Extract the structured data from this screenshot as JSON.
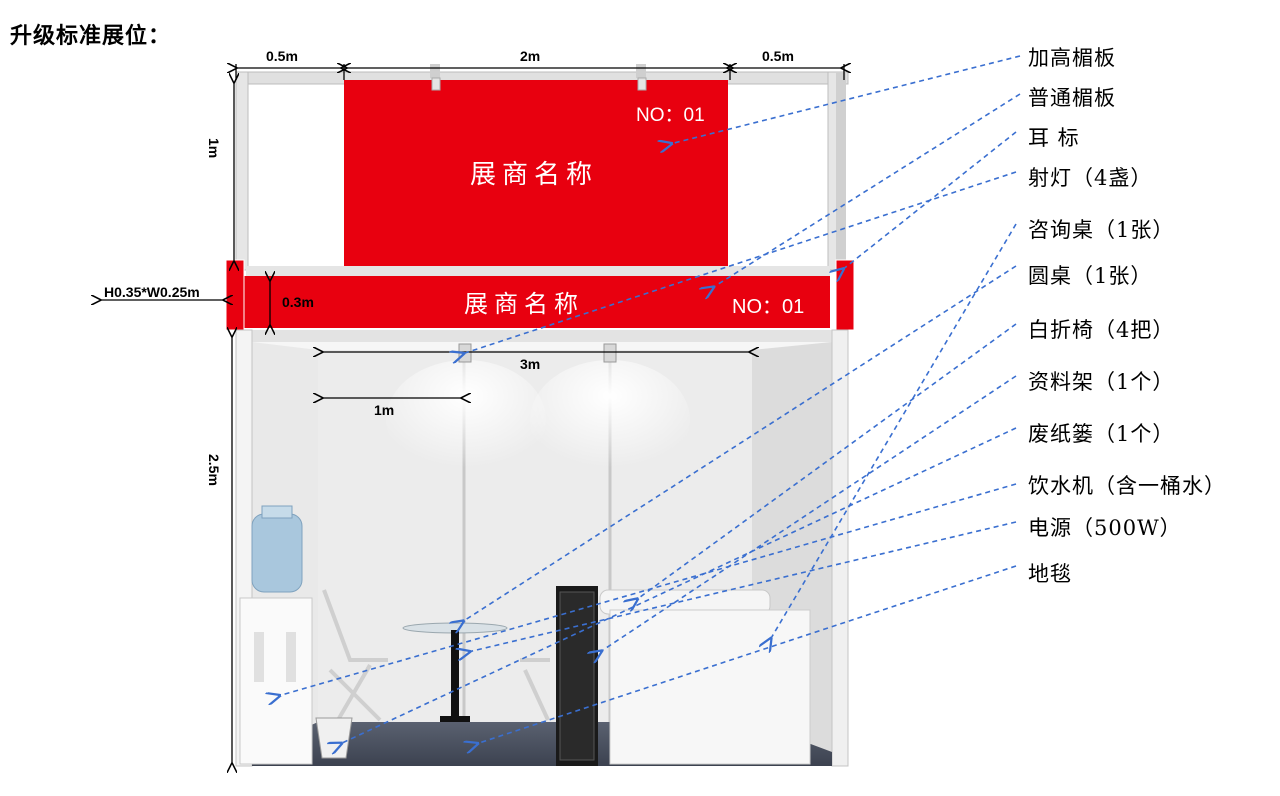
{
  "title": "升级标准展位：",
  "dimensions": {
    "top_left": "0.5m",
    "top_middle": "2m",
    "top_right": "0.5m",
    "high_board": "1m",
    "ear_sign": "H0.35*W0.25m",
    "normal_board": "0.3m",
    "booth_width": "3m",
    "spot_spacing": "1m",
    "booth_height": "2.5m"
  },
  "booth": {
    "high_board_name": "展商名称",
    "high_board_no": "NO：01",
    "fascia_name": "展商名称",
    "fascia_no": "NO：01"
  },
  "legend": [
    "加高楣板",
    "普通楣板",
    "耳  标",
    "射灯（4盏）",
    "咨询桌（1张）",
    "圆桌（1张）",
    "白折椅（4把）",
    "资料架（1个）",
    "废纸篓（1个）",
    "饮水机（含一桶水）",
    "电源（500W）",
    "地毯"
  ],
  "colors": {
    "fascia_red": "#e8000f",
    "leader_blue": "#3a6fd0",
    "frame_gray": "#d9d9d9"
  }
}
